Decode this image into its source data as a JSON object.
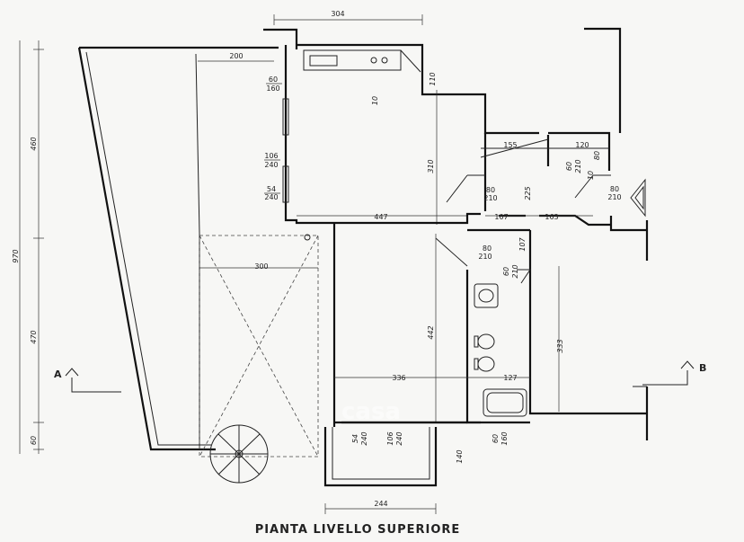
{
  "title": "PIANTA LIVELLO SUPERIORE",
  "section_marks": {
    "a": "A",
    "b": "B"
  },
  "watermark": "casa",
  "dimensions": {
    "top_width": "304",
    "terrace_width": "200",
    "window_top_a": "60",
    "window_top_b": "160",
    "kitchen_side": "110",
    "kitchen_small": "10",
    "window_mid_a": "106",
    "window_mid_b": "240",
    "window_low_a": "54",
    "window_low_b": "240",
    "living_height": "310",
    "living_width": "447",
    "hall_width": "155",
    "hall_right": "120",
    "door_a": "80",
    "door_b": "210",
    "closet_a": "60",
    "closet_b": "210",
    "closet_c": "10",
    "closet_d": "80",
    "corridor_h": "225",
    "corridor_w": "107",
    "corridor_w2": "163",
    "door_right_a": "80",
    "door_right_b": "210",
    "door_bath_a": "80",
    "door_bath_b": "210",
    "bath_door_a": "60",
    "bath_door_b": "210",
    "corridor_h2": "107",
    "garden_width": "300",
    "room_height": "442",
    "room_width": "336",
    "bath_width": "127",
    "bedroom_height": "333",
    "bottom_win_a": "54",
    "bottom_win_b": "240",
    "bottom_win_c": "106",
    "bottom_win_d": "240",
    "bottom_bath_a": "60",
    "bottom_bath_b": "160",
    "balcony_depth": "140",
    "balcony_width": "244",
    "total_height": "970",
    "upper_height": "460",
    "lower_height": "470",
    "bottom_height": "60"
  }
}
